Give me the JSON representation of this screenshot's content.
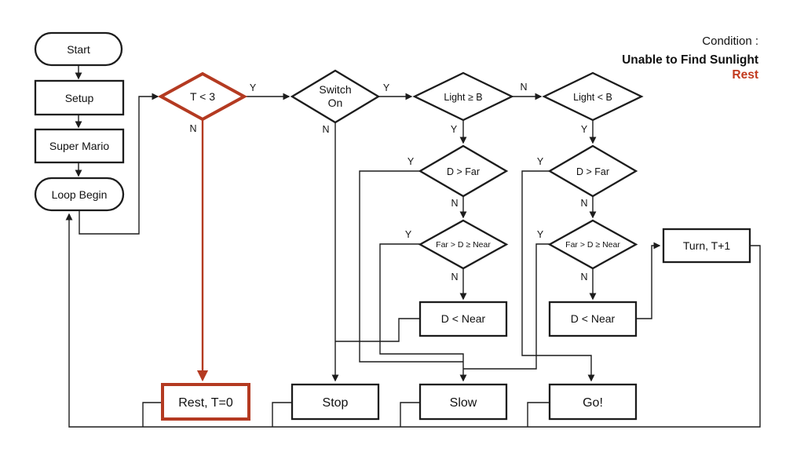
{
  "condition": {
    "heading": "Condition :",
    "description": "Unable to Find Sunlight",
    "state": "Rest"
  },
  "colors": {
    "accent_red": "#b43a21",
    "state_text_red": "#c23a1e",
    "line_black": "#1c1c1c"
  },
  "nodes": {
    "start": "Start",
    "setup": "Setup",
    "super_mario": "Super Mario",
    "loop_begin": "Loop Begin",
    "t_lt_3": "T < 3",
    "switch_on_line1": "Switch",
    "switch_on_line2": "On",
    "light_ge_b": "Light ≥ B",
    "light_lt_b": "Light < B",
    "d_gt_far": "D > Far",
    "far_d_near": "Far > D ≥ Near",
    "d_lt_near": "D < Near",
    "turn": "Turn, T+1",
    "rest": "Rest, T=0",
    "stop": "Stop",
    "slow": "Slow",
    "go": "Go!"
  },
  "branch_labels": {
    "yes": "Y",
    "no": "N"
  }
}
